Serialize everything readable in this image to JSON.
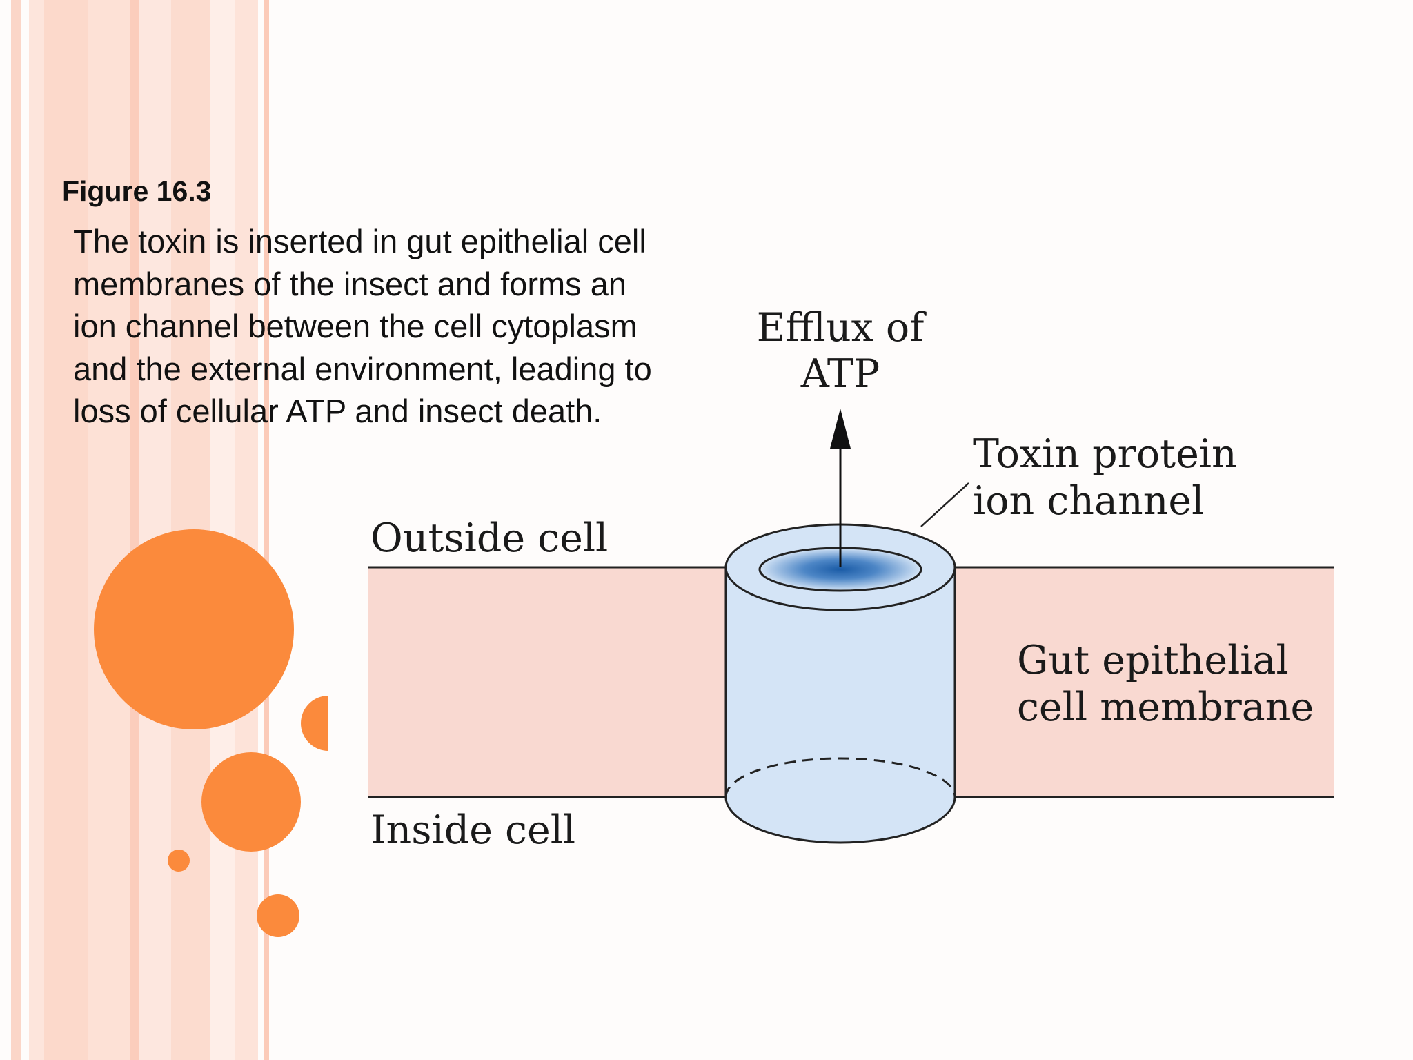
{
  "figure_label": "Figure 16.3",
  "caption_lines": [
    "The toxin is inserted in gut epithelial cell",
    "membranes of the insect and forms an",
    "ion channel between the cell cytoplasm",
    "and the external environment, leading to",
    "loss of cellular ATP and insect death."
  ],
  "diagram": {
    "efflux_label": [
      "Efflux of",
      "ATP"
    ],
    "toxin_label": [
      "Toxin protein",
      "ion channel"
    ],
    "outside_label": "Outside cell",
    "inside_label": "Inside cell",
    "membrane_label": [
      "Gut epithelial",
      "cell membrane"
    ]
  },
  "colors": {
    "accent_orange": "#fb8a3c",
    "stripe_pink": "#fbd3c4",
    "membrane_fill": "#f9d9d1",
    "channel_fill": "#d4e4f6",
    "channel_center": "#1a5ba6"
  }
}
